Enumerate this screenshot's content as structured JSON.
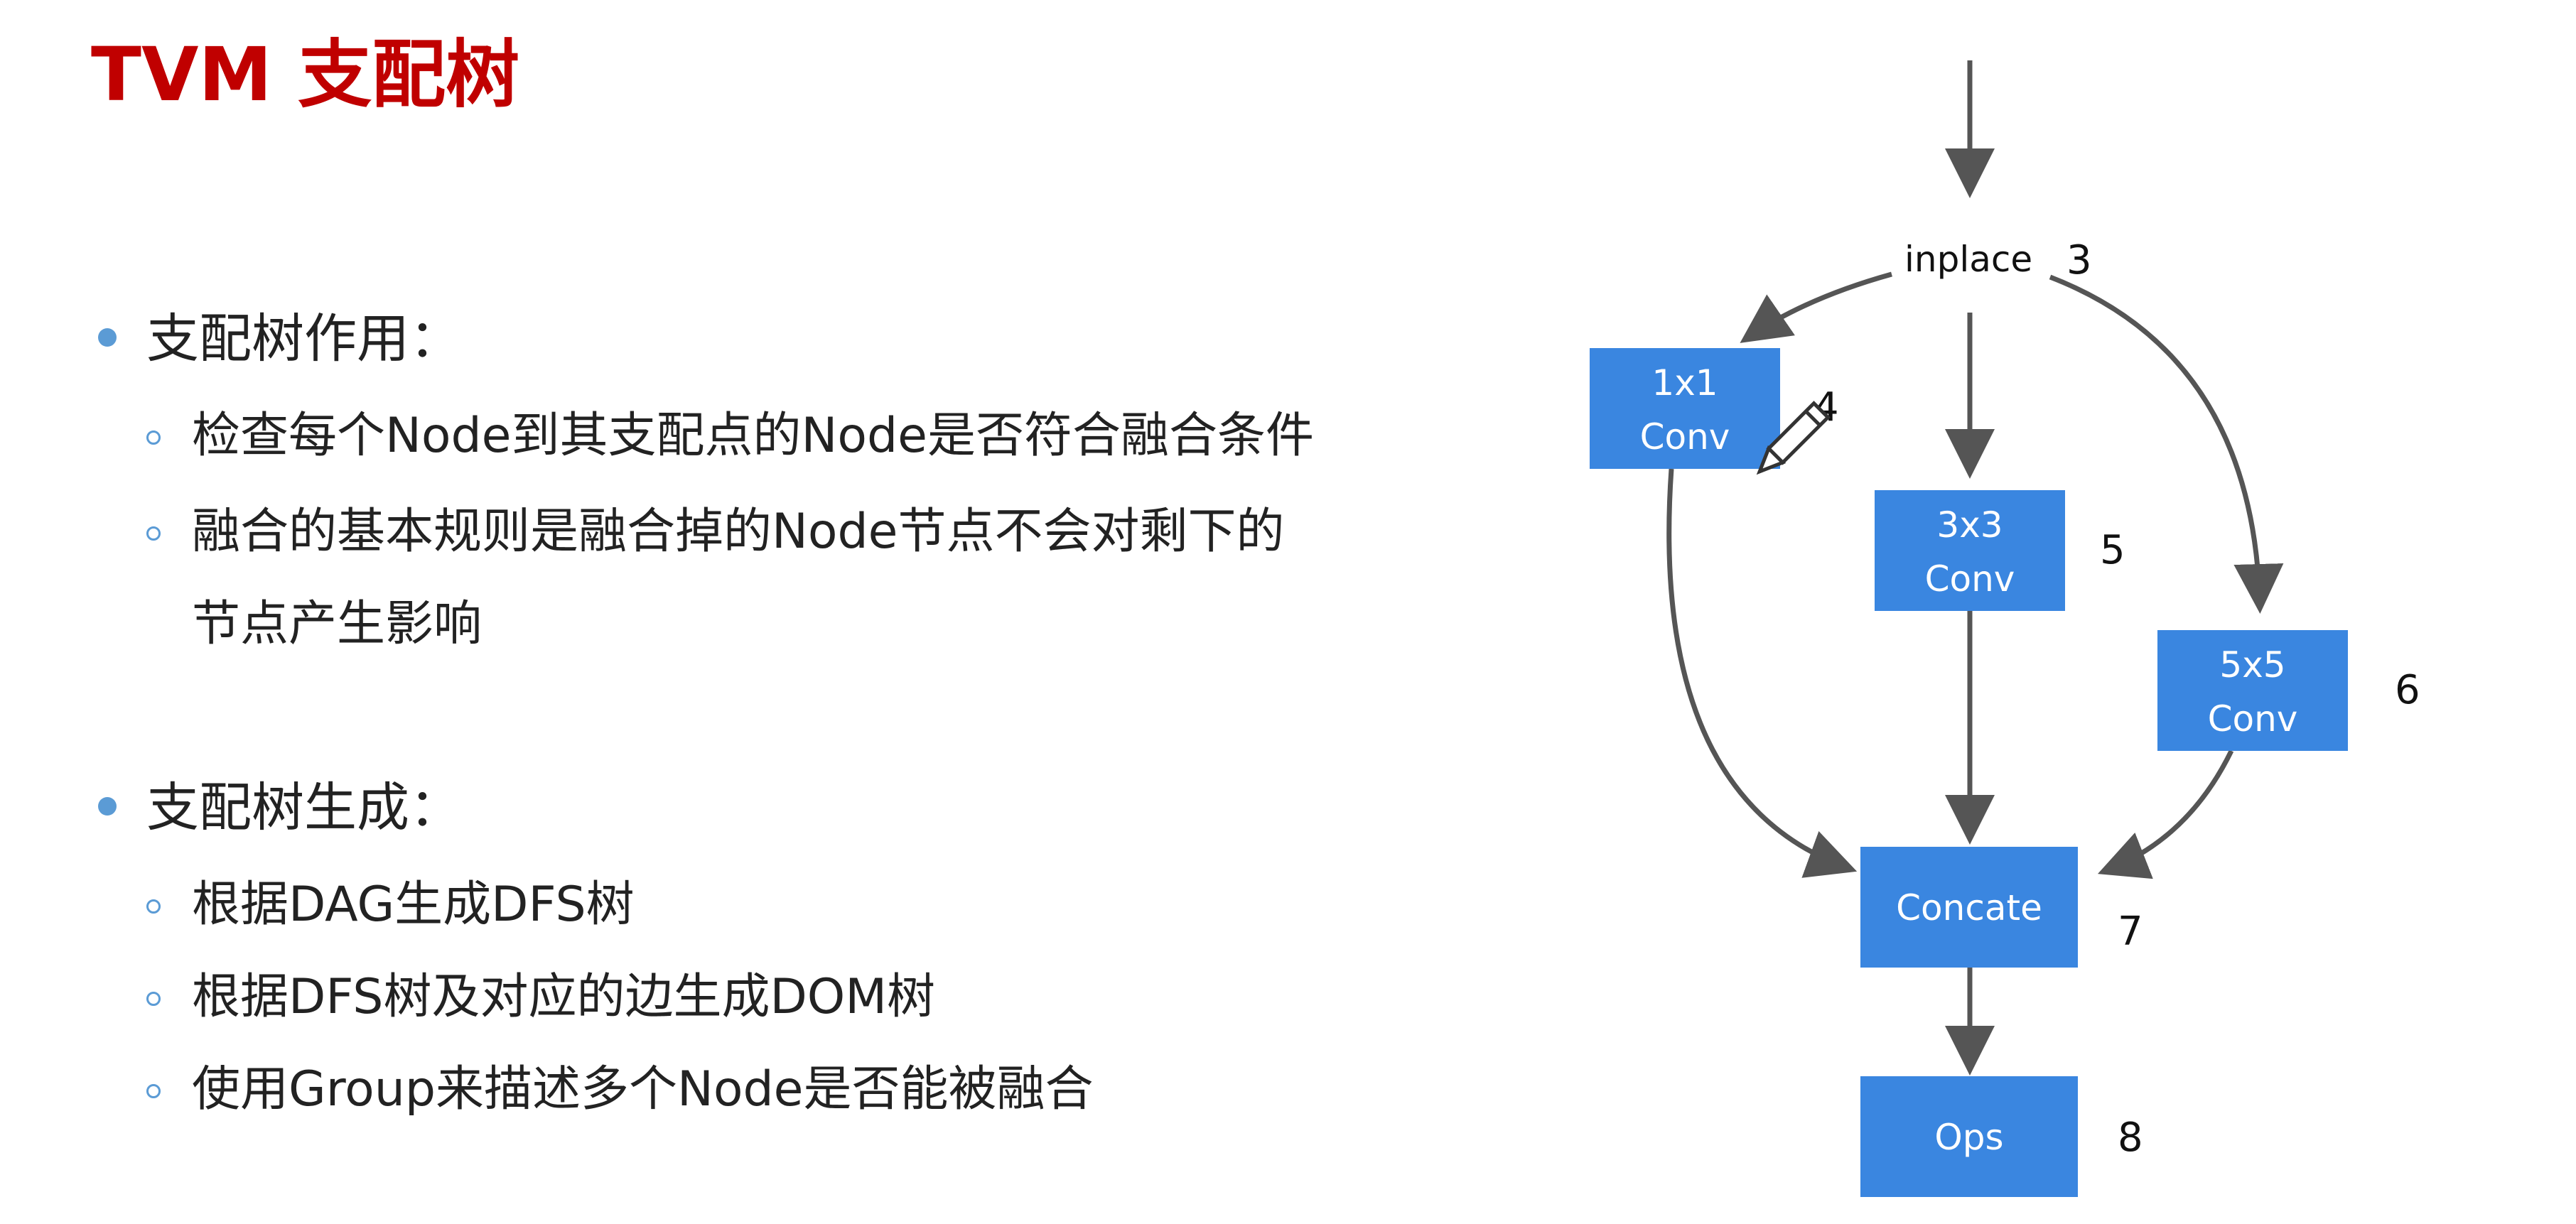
{
  "title": "TVM 支配树",
  "sections": [
    {
      "heading": "支配树作用：",
      "items": [
        "检查每个Node到其支配点的Node是否符合融合条件",
        "融合的基本规则是融合掉的Node节点不会对剩下的",
        "节点产生影响"
      ]
    },
    {
      "heading": "支配树生成：",
      "items": [
        "根据DAG生成DFS树",
        "根据DFS树及对应的边生成DOM树",
        "使用Group来描述多个Node是否能被融合"
      ]
    }
  ],
  "diagram": {
    "input_node": "inplace",
    "input_number": "3",
    "nodes": [
      {
        "id": "conv1x1",
        "line1": "1x1",
        "line2": "Conv",
        "number": "4"
      },
      {
        "id": "conv3x3",
        "line1": "3x3",
        "line2": "Conv",
        "number": "5"
      },
      {
        "id": "conv5x5",
        "line1": "5x5",
        "line2": "Conv",
        "number": "6"
      },
      {
        "id": "concate",
        "line1": "Concate",
        "number": "7"
      },
      {
        "id": "ops",
        "line1": "Ops",
        "number": "8"
      }
    ],
    "colors": {
      "node_fill": "#3a86e0",
      "edge": "#555555",
      "title": "#c00000",
      "bullet": "#5b9bd5"
    },
    "icons": [
      "pencil-icon"
    ]
  }
}
